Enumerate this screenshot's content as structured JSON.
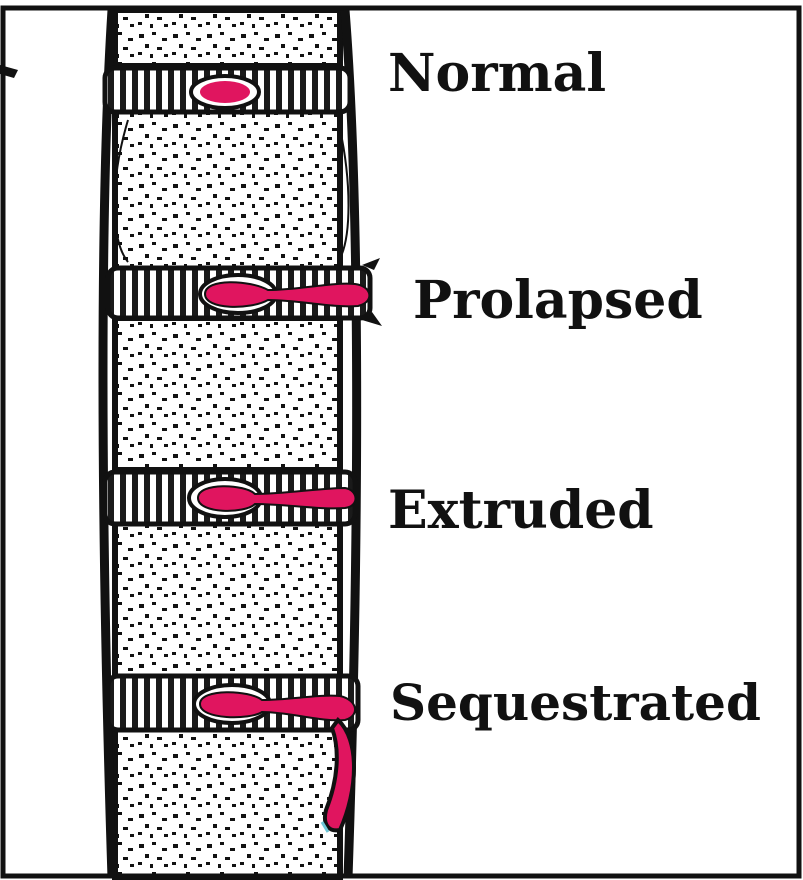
{
  "labels": {
    "normal": "Normal",
    "prolapsed": "Prolapsed",
    "extruded": "Extruded",
    "sequestrated": "Sequestrated"
  },
  "colors": {
    "nucleus": "#e0155f",
    "ink": "#111111",
    "background": "#ffffff"
  }
}
